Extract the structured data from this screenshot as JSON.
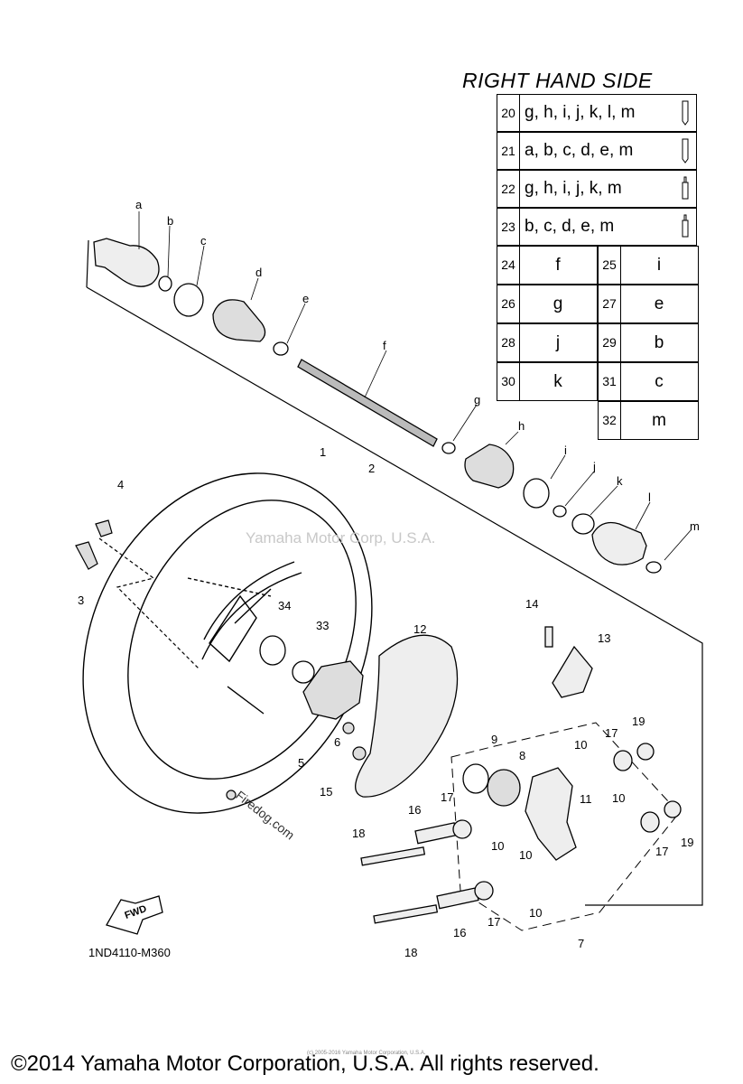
{
  "header": {
    "title": "RIGHT HAND SIDE"
  },
  "legend_rows": [
    {
      "num": "20",
      "text": "g, h, i, j, k, l, m"
    },
    {
      "num": "21",
      "text": "a, b, c, d, e, m"
    },
    {
      "num": "22",
      "text": "g, h, i, j, k, m"
    },
    {
      "num": "23",
      "text": "b, c, d, e, m"
    }
  ],
  "legend_pairs": [
    {
      "left_num": "24",
      "left_val": "f",
      "right_num": "25",
      "right_val": "i"
    },
    {
      "left_num": "26",
      "left_val": "g",
      "right_num": "27",
      "right_val": "e"
    },
    {
      "left_num": "28",
      "left_val": "j",
      "right_num": "29",
      "right_val": "b"
    },
    {
      "left_num": "30",
      "left_val": "k",
      "right_num": "31",
      "right_val": "c"
    },
    {
      "left_num": "",
      "left_val": "",
      "right_num": "32",
      "right_val": "m"
    }
  ],
  "part_labels": {
    "a": "a",
    "b": "b",
    "c": "c",
    "d": "d",
    "e": "e",
    "f": "f",
    "g": "g",
    "h": "h",
    "i": "i",
    "j": "j",
    "k": "k",
    "l": "l",
    "m": "m",
    "n1": "1",
    "n2": "2",
    "n3": "3",
    "n4": "4",
    "n5": "5",
    "n6": "6",
    "n7": "7",
    "n8": "8",
    "n9": "9",
    "n10a": "10",
    "n10b": "10",
    "n10c": "10",
    "n10d": "10",
    "n10e": "10",
    "n11": "11",
    "n12": "12",
    "n13": "13",
    "n14": "14",
    "n15": "15",
    "n16a": "16",
    "n16b": "16",
    "n17a": "17",
    "n17b": "17",
    "n17c": "17",
    "n17d": "17",
    "n18a": "18",
    "n18b": "18",
    "n19a": "19",
    "n19b": "19",
    "n33": "33",
    "n34": "34"
  },
  "fwd_label": "FWD",
  "diagram_code": "1ND4110-M360",
  "watermark_text": "Yamaha Motor Corp, U.S.A.",
  "firedog_text": "Firedog.com",
  "footer": {
    "copyright": "©2014 Yamaha Motor Corporation, U.S.A. All rights reserved.",
    "small_print": "(c) 2005-2016 Yamaha Motor Corporation, U.S.A."
  }
}
